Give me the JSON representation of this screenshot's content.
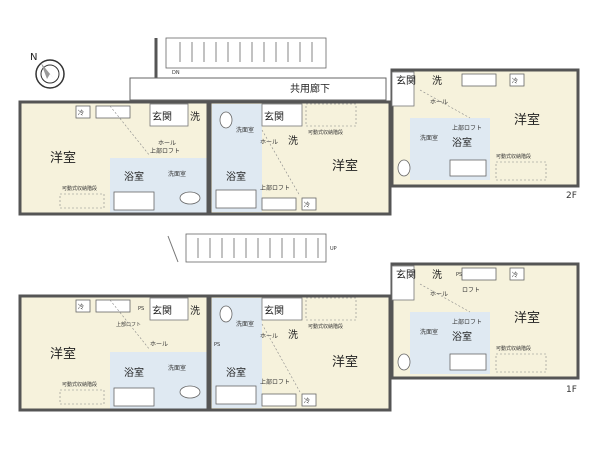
{
  "labels": {
    "western_room": "洋室",
    "entrance": "玄関",
    "washroom": "洗面室",
    "bathroom": "浴室",
    "hall": "ホール",
    "upper_loft": "上部ロフト",
    "movable_storage_stairs": "可動式収納階段",
    "common_corridor": "共用廊下",
    "fridge": "冷",
    "washer": "洗",
    "loft": "ロフト",
    "ps": "PS",
    "dn": "DN",
    "up": "UP"
  },
  "floors": {
    "upper": "2F",
    "lower": "1F"
  },
  "colors": {
    "room_fill": "#f6f2dc",
    "wet_fill": "#dfe9f2",
    "wall": "#555555"
  },
  "icons": {
    "compass": "north-arrow-icon"
  }
}
